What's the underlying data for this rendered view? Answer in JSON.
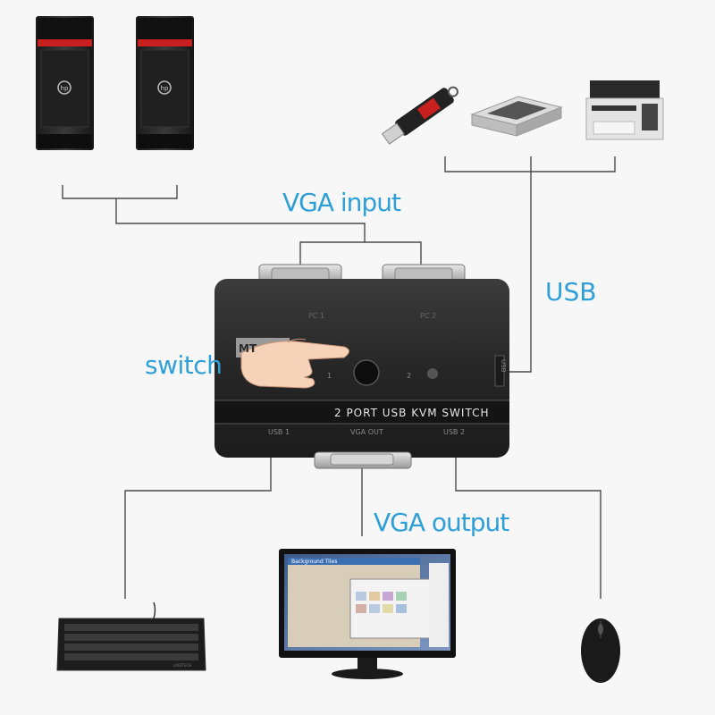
{
  "labels": {
    "vga_input": "VGA input",
    "usb": "USB",
    "switch": "switch",
    "vga_output": "VGA output"
  },
  "device": {
    "title": "2 PORT USB KVM SWITCH",
    "port_pc1": "PC 1",
    "port_pc2": "PC 2",
    "port_usb_side": "USB",
    "port_usb1": "USB 1",
    "port_vga_out": "VGA OUT",
    "port_usb2": "USB 2",
    "led_1": "1",
    "led_2": "2",
    "brand_fragment": "MT"
  },
  "monitor": {
    "window_title": "Background Tiles"
  },
  "keyboard": {
    "brand": "LOGITECH"
  },
  "colors": {
    "label": "#2f9fd8",
    "line": "#4a4a4a",
    "device_body": "#2b2b2b",
    "pc_accent": "#c8201f"
  }
}
